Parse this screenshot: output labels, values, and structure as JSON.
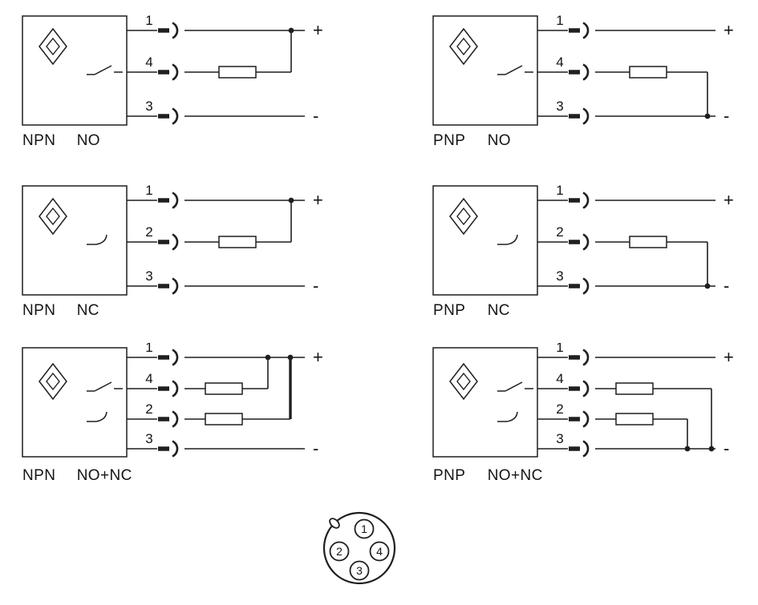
{
  "colors": {
    "line": "#1f1f1f",
    "background": "#ffffff",
    "text": "#141414"
  },
  "diagrams": [
    {
      "type_label": "NPN",
      "output_label": "NO",
      "switches": [
        "no"
      ],
      "wires": [
        {
          "pin": "1",
          "terminal": "+"
        },
        {
          "pin": "4",
          "load": true,
          "load_connects_to_pin": "1"
        },
        {
          "pin": "3",
          "terminal": "-"
        }
      ]
    },
    {
      "type_label": "PNP",
      "output_label": "NO",
      "switches": [
        "no"
      ],
      "wires": [
        {
          "pin": "1",
          "terminal": "+"
        },
        {
          "pin": "4",
          "load": true,
          "load_connects_to_pin": "3"
        },
        {
          "pin": "3",
          "terminal": "-"
        }
      ]
    },
    {
      "type_label": "NPN",
      "output_label": "NC",
      "switches": [
        "nc"
      ],
      "wires": [
        {
          "pin": "1",
          "terminal": "+"
        },
        {
          "pin": "2",
          "load": true,
          "load_connects_to_pin": "1"
        },
        {
          "pin": "3",
          "terminal": "-"
        }
      ]
    },
    {
      "type_label": "PNP",
      "output_label": "NC",
      "switches": [
        "nc"
      ],
      "wires": [
        {
          "pin": "1",
          "terminal": "+"
        },
        {
          "pin": "2",
          "load": true,
          "load_connects_to_pin": "3"
        },
        {
          "pin": "3",
          "terminal": "-"
        }
      ]
    },
    {
      "type_label": "NPN",
      "output_label": "NO+NC",
      "switches": [
        "no",
        "nc"
      ],
      "wires": [
        {
          "pin": "1",
          "terminal": "+"
        },
        {
          "pin": "4",
          "load": true,
          "load_connects_to_pin": "1"
        },
        {
          "pin": "2",
          "load": true,
          "load_connects_to_pin": "1",
          "thick_link": true
        },
        {
          "pin": "3",
          "terminal": "-"
        }
      ]
    },
    {
      "type_label": "PNP",
      "output_label": "NO+NC",
      "switches": [
        "no",
        "nc"
      ],
      "wires": [
        {
          "pin": "1",
          "terminal": "+"
        },
        {
          "pin": "4",
          "load": true,
          "load_connects_to_pin": "3"
        },
        {
          "pin": "2",
          "load": true,
          "load_connects_to_pin": "3"
        },
        {
          "pin": "3",
          "terminal": "-"
        }
      ]
    }
  ],
  "connector": {
    "pins": [
      {
        "label": "1",
        "position": "top"
      },
      {
        "label": "2",
        "position": "left"
      },
      {
        "label": "4",
        "position": "right"
      },
      {
        "label": "3",
        "position": "bottom"
      }
    ]
  }
}
